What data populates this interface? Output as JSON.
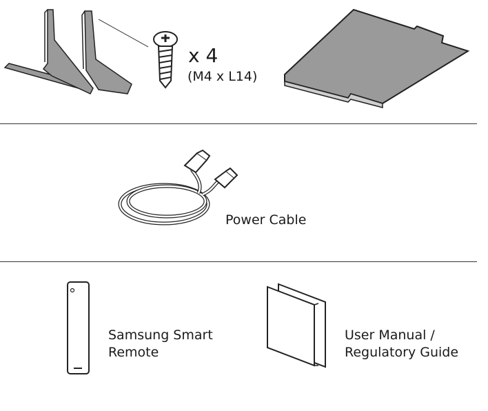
{
  "sections": [
    {
      "items": [
        {
          "name": "stand",
          "icon": "tv-stand-legs-icon"
        },
        {
          "name": "screw",
          "icon": "screw-icon",
          "quantity": "x 4",
          "spec": "(M4 x L14)"
        },
        {
          "name": "cover",
          "icon": "flat-cover-plate-icon"
        }
      ]
    },
    {
      "items": [
        {
          "name": "power-cable",
          "icon": "power-cable-icon",
          "label": "Power Cable"
        }
      ]
    },
    {
      "items": [
        {
          "name": "remote",
          "icon": "remote-control-icon",
          "label_line1": "Samsung Smart",
          "label_line2": "Remote"
        },
        {
          "name": "manual",
          "icon": "manual-booklet-icon",
          "label_line1": "User Manual /",
          "label_line2": "Regulatory Guide"
        }
      ]
    }
  ],
  "colors": {
    "line": "#333333",
    "fill": "#9a9a9a",
    "fill_light": "#ffffff"
  }
}
